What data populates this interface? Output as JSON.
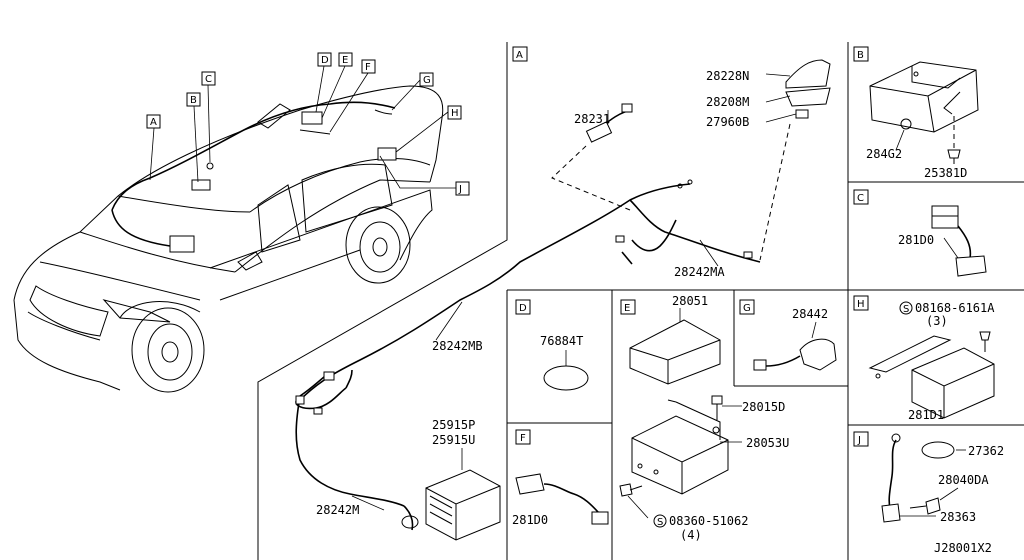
{
  "diagram_id": "J28001X2",
  "callouts": {
    "A": "A",
    "B": "B",
    "C": "C",
    "D": "D",
    "E": "E",
    "F": "F",
    "G": "G",
    "H": "H",
    "J": "J"
  },
  "panels": {
    "A": {
      "label": "A"
    },
    "B": {
      "label": "B"
    },
    "C": {
      "label": "C"
    },
    "D": {
      "label": "D"
    },
    "E": {
      "label": "E"
    },
    "F": {
      "label": "F"
    },
    "G": {
      "label": "G"
    },
    "H": {
      "label": "H"
    },
    "J": {
      "label": "J"
    }
  },
  "parts": {
    "p28231": "28231",
    "p28228N": "28228N",
    "p28208M": "28208M",
    "p27960B": "27960B",
    "p28242MA": "28242MA",
    "p28242MB": "28242MB",
    "p28242M": "28242M",
    "p25915P": "25915P",
    "p25915U": "25915U",
    "p284G2": "284G2",
    "p25381D": "25381D",
    "p281D0_c": "281D0",
    "p76884T": "76884T",
    "p28051": "28051",
    "p28442": "28442",
    "p08168": "08168-6161A",
    "p08168_qty": "(3)",
    "p281D1": "281D1",
    "p28015D": "28015D",
    "p28053U": "28053U",
    "p08360": "08360-51062",
    "p08360_qty": "(4)",
    "p281D0_f": "281D0",
    "p27362": "27362",
    "p28040DA": "28040DA",
    "p28363": "28363",
    "bolt_symbol": "S"
  }
}
